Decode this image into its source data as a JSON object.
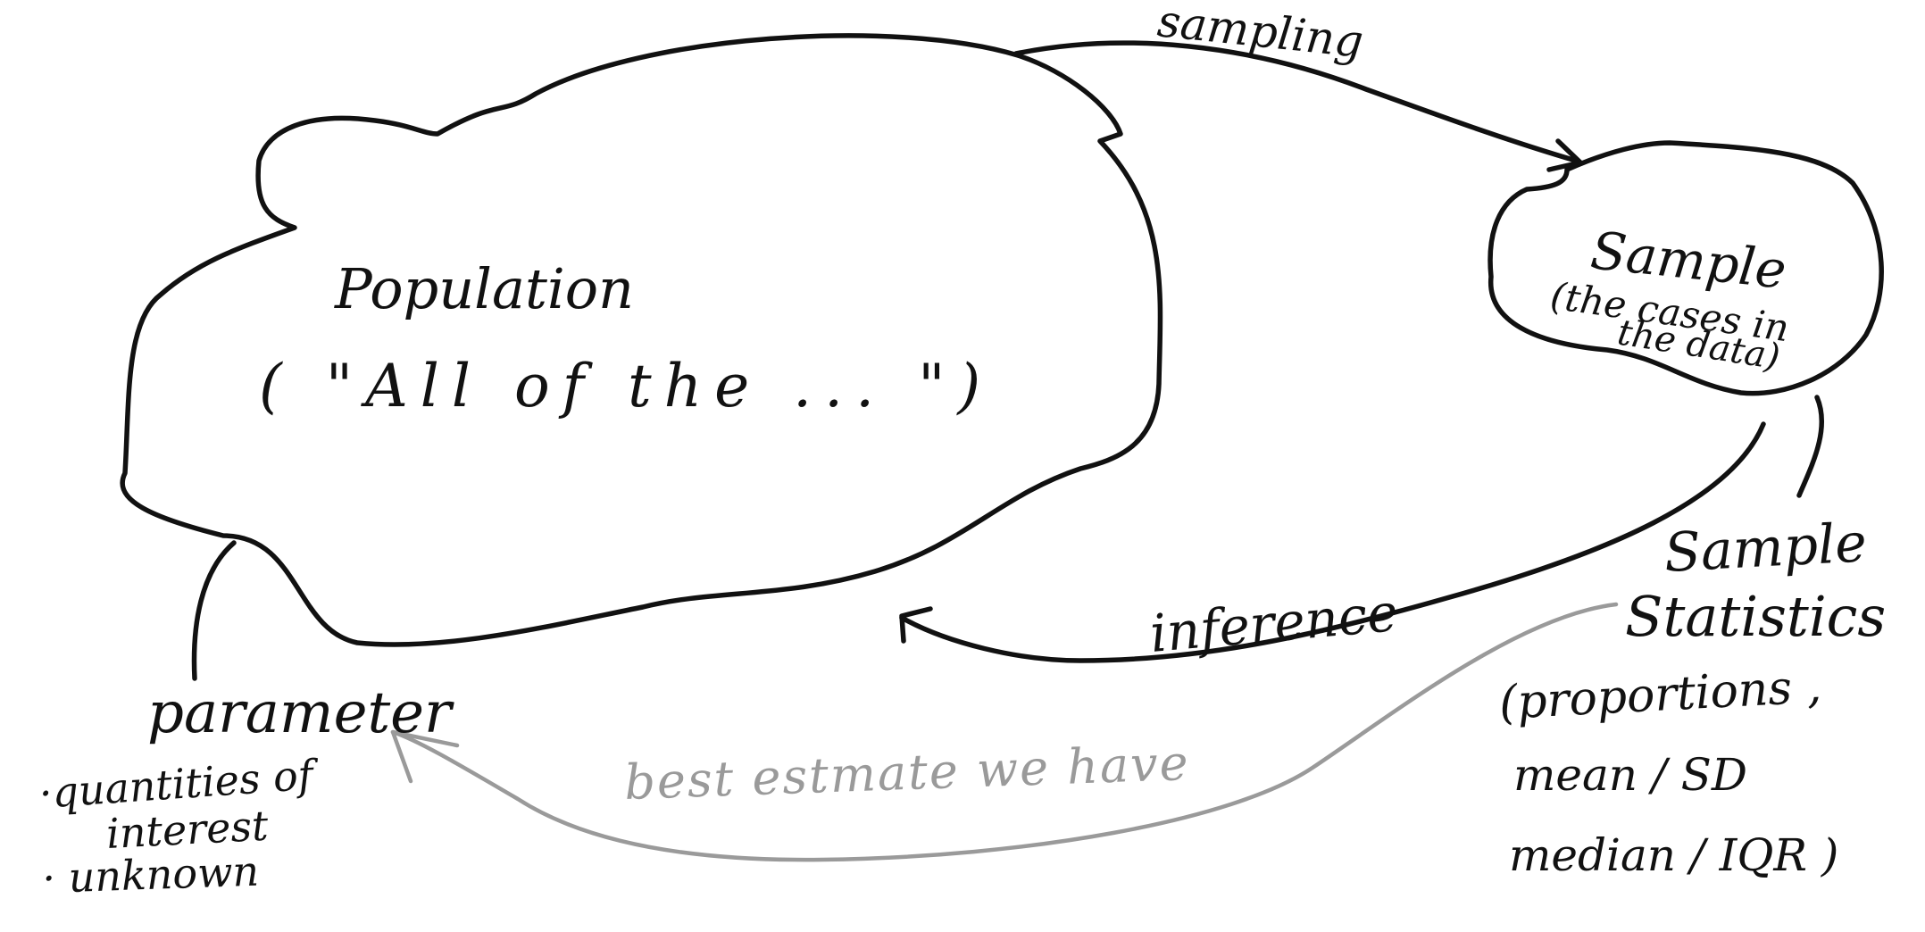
{
  "population": {
    "title": "Population",
    "subtitle": "( \"All of the ... \")"
  },
  "sample": {
    "title": "Sample",
    "desc_line1": "(the cases in",
    "desc_line2": "the data)"
  },
  "arrows": {
    "sampling": "sampling",
    "inference": "inference",
    "best_estimate": "best estmate we have"
  },
  "parameter": {
    "title": "parameter",
    "bullet1_line1": "·quantities of",
    "bullet1_line2": "interest",
    "bullet2": "· unknown"
  },
  "sample_statistics": {
    "title_line1": "Sample",
    "title_line2": "Statistics",
    "line1": "(proportions ,",
    "line2": "mean  /  SD",
    "line3": "median /  IQR  )"
  },
  "colors": {
    "ink": "#111111",
    "grey_ink": "#9a9a9a",
    "background": "#ffffff"
  }
}
